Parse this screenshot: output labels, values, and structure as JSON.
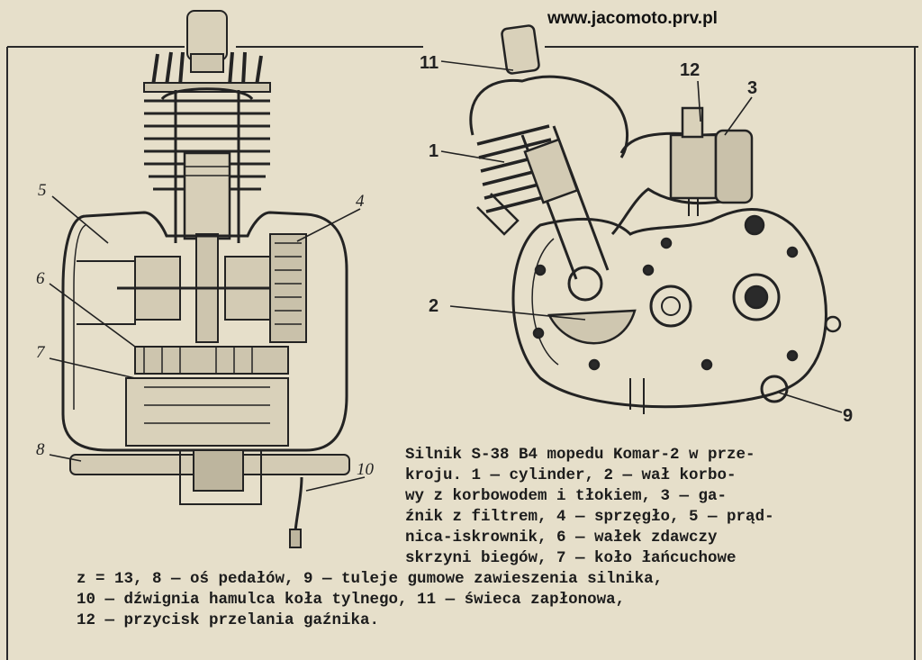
{
  "watermark": "www.jacomoto.prv.pl",
  "labels": {
    "l1": "1",
    "l2": "2",
    "l3": "3",
    "l4": "4",
    "l5": "5",
    "l6": "6",
    "l7": "7",
    "l8": "8",
    "l9": "9",
    "l10": "10",
    "l11": "11",
    "l12": "12"
  },
  "caption": {
    "lines": [
      "Silnik S-38 B4 mopedu Komar-2 w prze-",
      "kroju. 1 — cylinder, 2 — wał korbo-",
      "wy z korbowodem i tłokiem, 3 — ga-",
      "źnik z filtrem, 4 — sprzęgło, 5 — prąd-",
      "nica-iskrownik, 6 — wałek zdawczy",
      "skrzyni biegów, 7 — koło łańcuchowe",
      "z = 13, 8 — oś pedałów, 9 — tuleje gumowe zawieszenia silnika,",
      "10 — dźwignia hamulca koła tylnego, 11 — świeca zapłonowa,",
      "12 — przycisk przelania gaźnika."
    ]
  },
  "colors": {
    "paper": "#e6dfca",
    "ink": "#1e1e1e"
  }
}
